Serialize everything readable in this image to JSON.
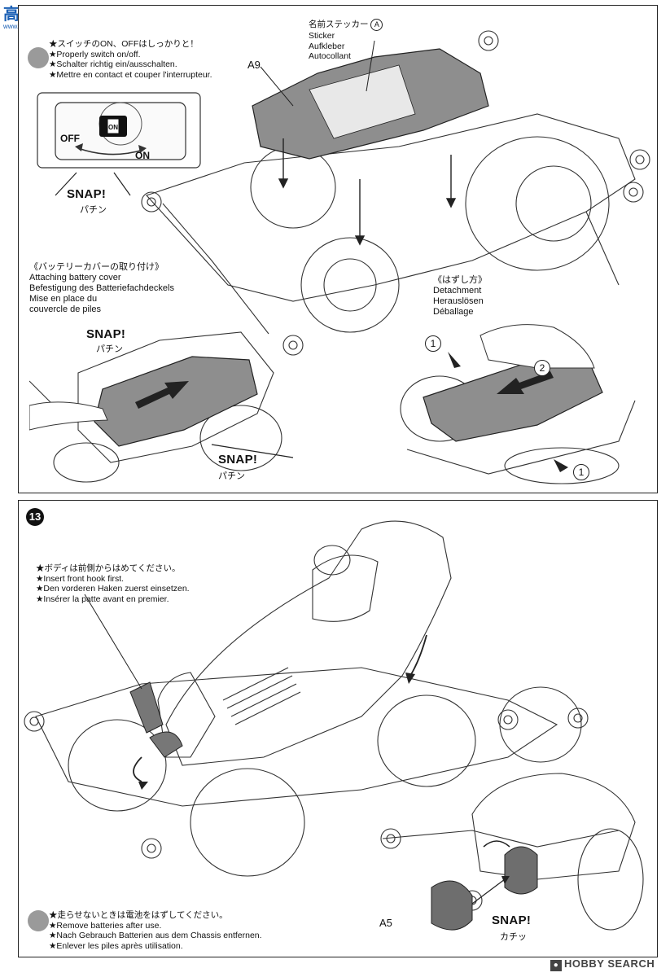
{
  "logo": {
    "chars": "高手网",
    "url": "www.gaoshou.com"
  },
  "step12": {
    "switch_note": [
      "★スイッチのON、OFFはしっかりと！",
      "★Properly switch on/off.",
      "★Schalter richtig ein/ausschalten.",
      "★Mettre en contact et couper l'interrupteur."
    ],
    "off_label": "OFF",
    "on_label": "ON",
    "switch_on_text": "ON",
    "snap_en": "SNAP!",
    "snap_jp": "パチン",
    "part_a9": "A9",
    "sticker_label": [
      "名前ステッカー",
      "Sticker",
      "Aufkleber",
      "Autocollant"
    ],
    "sticker_letter": "A",
    "attach_title": [
      "《バッテリーカバーの取り付け》",
      "Attaching battery cover",
      "Befestigung des Batteriefachdeckels",
      "Mise en place du",
      "couvercle de piles"
    ],
    "attach_snap1_en": "SNAP!",
    "attach_snap1_jp": "パチン",
    "attach_snap2_en": "SNAP!",
    "attach_snap2_jp": "パチン",
    "detach_title": [
      "《はずし方》",
      "Detachment",
      "Herauslösen",
      "Déballage"
    ],
    "detach_num1": "1",
    "detach_num2": "2",
    "detach_num3": "1"
  },
  "step13": {
    "number": "13",
    "body_note": [
      "★ボディは前側からはめてください。",
      "★Insert front hook first.",
      "★Den vorderen Haken zuerst einsetzen.",
      "★Insérer la patte avant en premier."
    ],
    "battery_note": [
      "★走らせないときは電池をはずしてください。",
      "★Remove batteries after use.",
      "★Nach Gebrauch Batterien aus dem Chassis entfernen.",
      "★Enlever les piles après utilisation."
    ],
    "part_a5": "A5",
    "snap_en": "SNAP!",
    "snap_jp": "カチッ"
  },
  "watermark": {
    "text": "HOBBY SEARCH"
  }
}
